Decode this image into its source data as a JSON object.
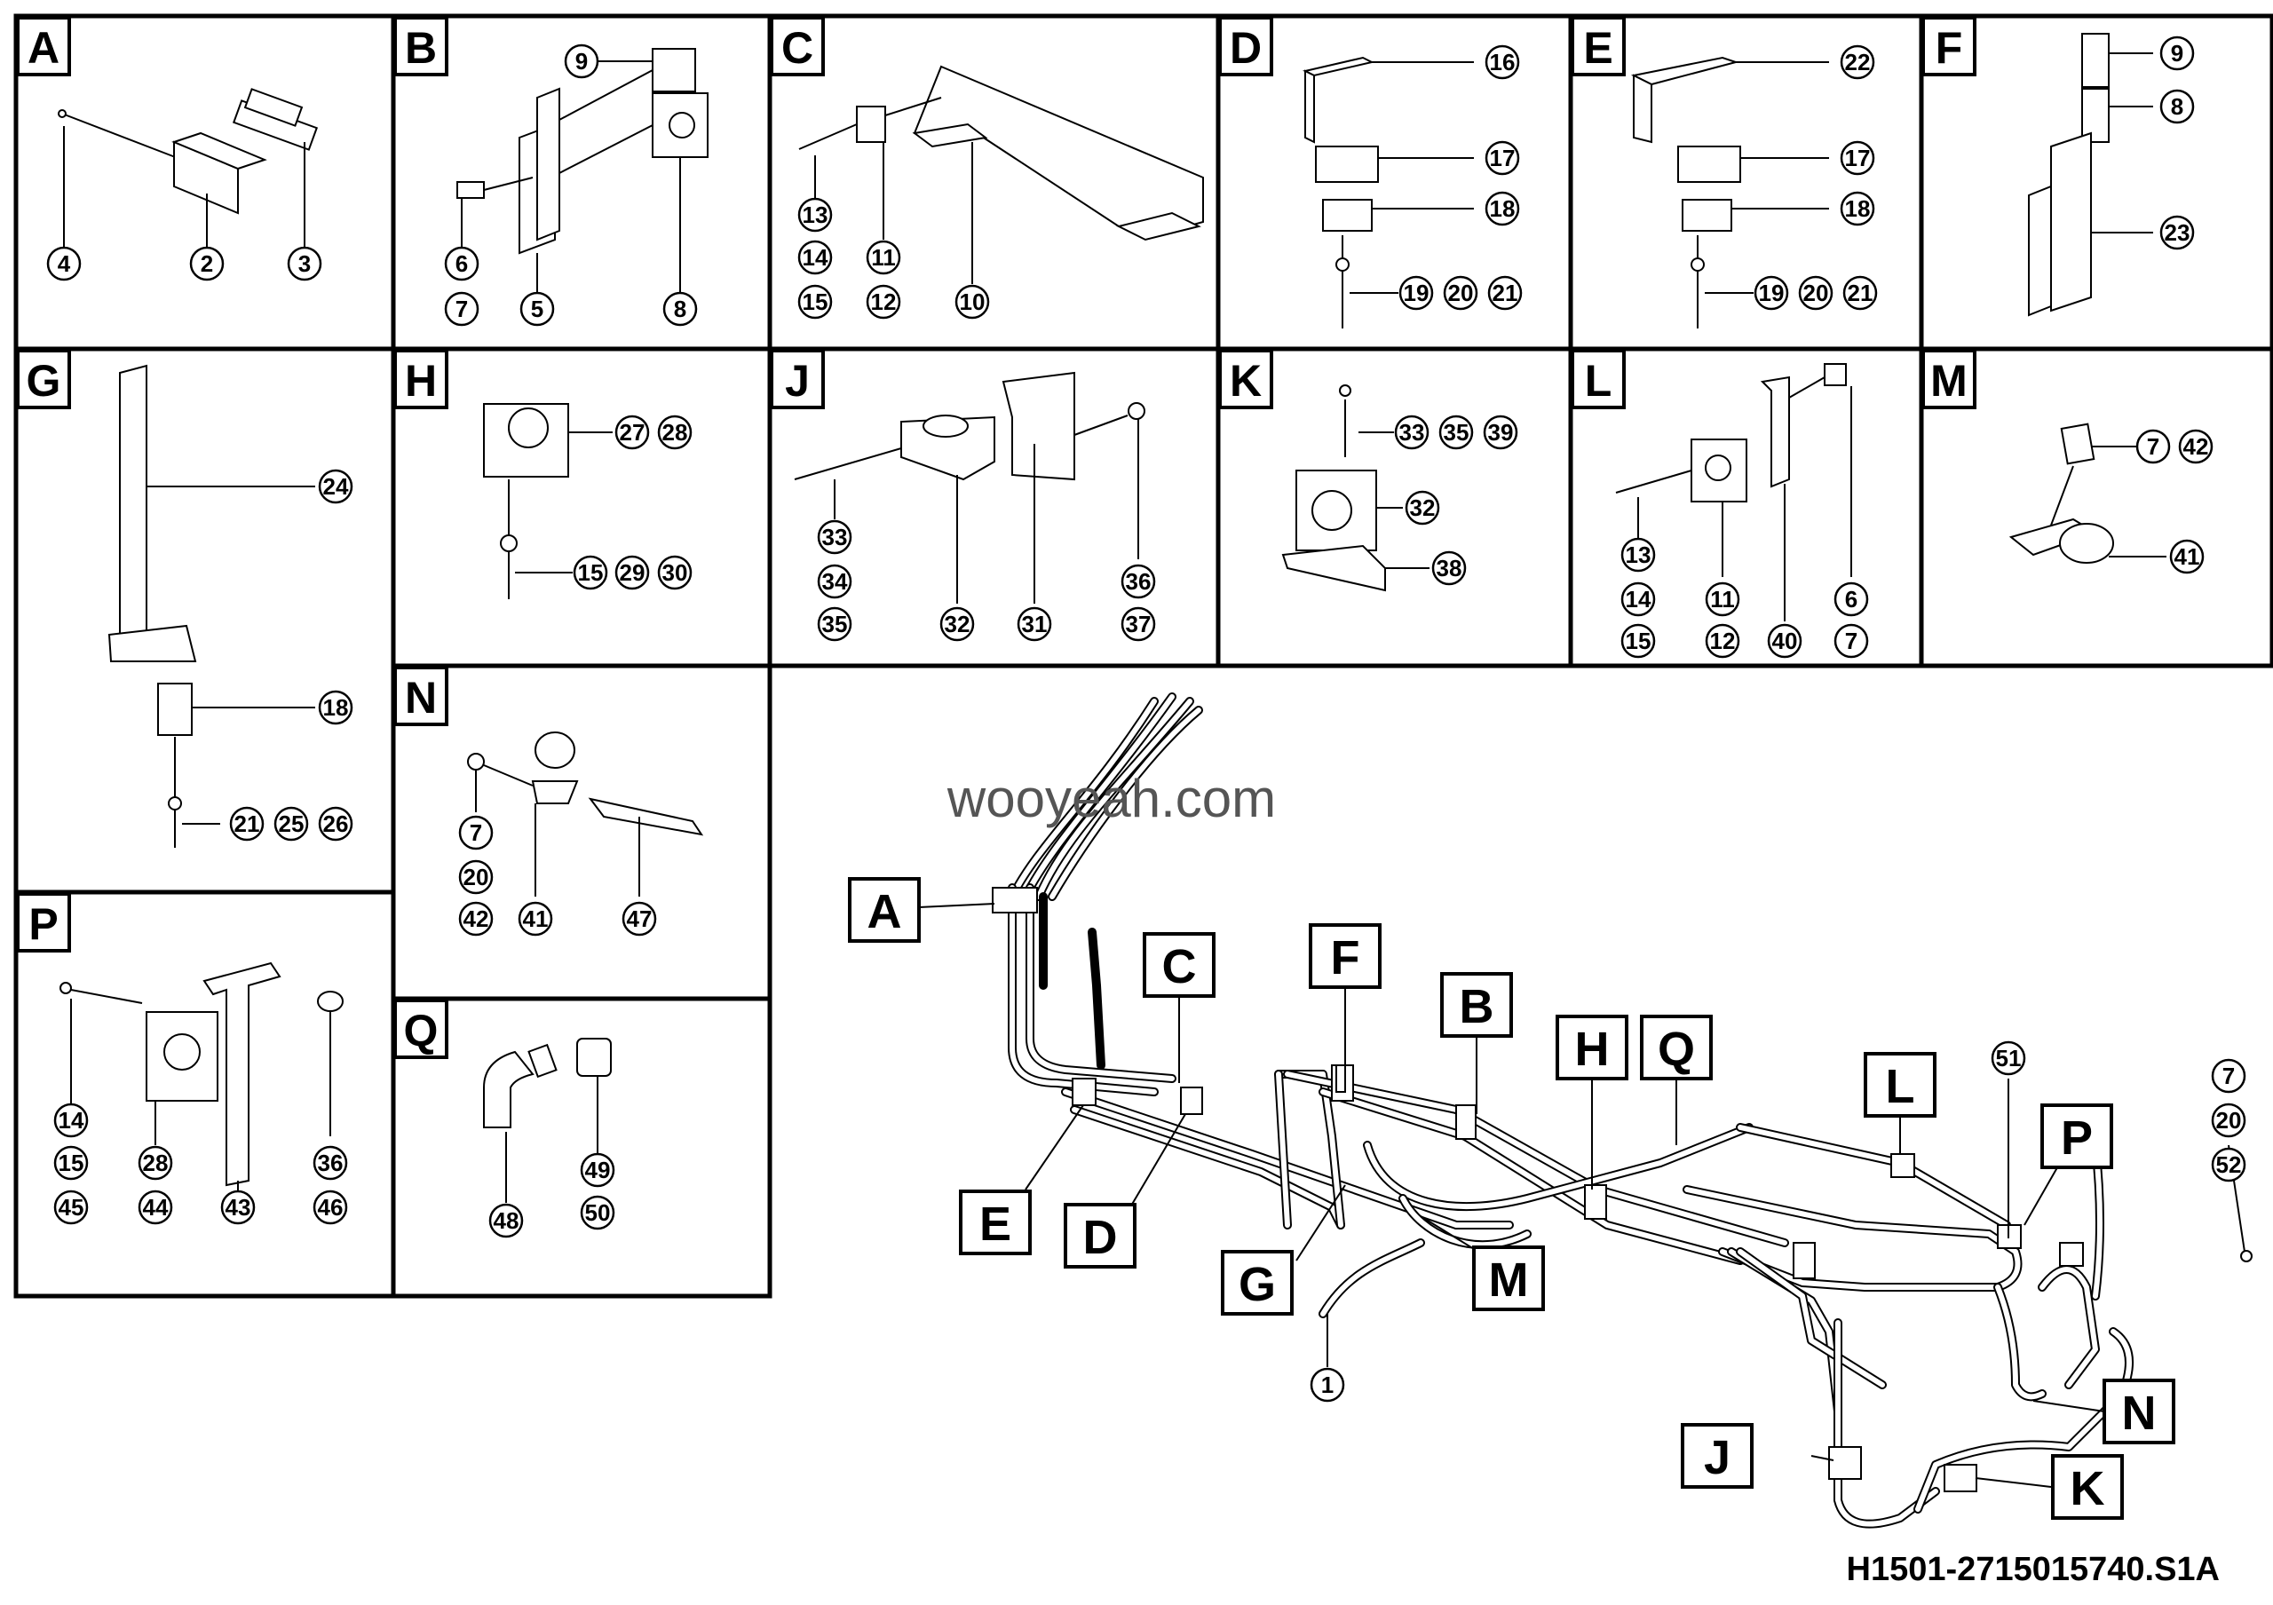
{
  "watermark": "wooyeah.com",
  "drawing_code": "H1501-2715015740.S1A",
  "panels": {
    "A": {
      "label": "A",
      "callouts": [
        "4",
        "2",
        "3"
      ]
    },
    "B": {
      "label": "B",
      "callouts": [
        "9",
        "8",
        "6",
        "7",
        "5",
        "8"
      ]
    },
    "C": {
      "label": "C",
      "callouts": [
        "13",
        "14",
        "15",
        "11",
        "12",
        "10"
      ]
    },
    "D": {
      "label": "D",
      "callouts": [
        "16",
        "17",
        "18",
        "19",
        "20",
        "21"
      ]
    },
    "E": {
      "label": "E",
      "callouts": [
        "22",
        "17",
        "18",
        "19",
        "20",
        "21"
      ]
    },
    "F": {
      "label": "F",
      "callouts": [
        "9",
        "8",
        "23"
      ]
    },
    "G": {
      "label": "G",
      "callouts": [
        "24",
        "18",
        "21",
        "25",
        "26"
      ]
    },
    "H": {
      "label": "H",
      "callouts": [
        "27",
        "28",
        "15",
        "29",
        "30"
      ]
    },
    "J": {
      "label": "J",
      "callouts": [
        "33",
        "34",
        "35",
        "32",
        "31",
        "36",
        "37"
      ]
    },
    "K": {
      "label": "K",
      "callouts": [
        "33",
        "35",
        "39",
        "32",
        "38"
      ]
    },
    "L": {
      "label": "L",
      "callouts": [
        "13",
        "14",
        "15",
        "11",
        "12",
        "40",
        "6",
        "7"
      ]
    },
    "M": {
      "label": "M",
      "callouts": [
        "7",
        "42",
        "41"
      ]
    },
    "N": {
      "label": "N",
      "callouts": [
        "7",
        "20",
        "42",
        "41",
        "47"
      ]
    },
    "P": {
      "label": "P",
      "callouts": [
        "14",
        "15",
        "45",
        "28",
        "44",
        "43",
        "36",
        "46"
      ]
    },
    "Q": {
      "label": "Q",
      "callouts": [
        "48",
        "49",
        "50"
      ]
    }
  },
  "assembly": {
    "letters": [
      "A",
      "C",
      "F",
      "B",
      "H",
      "Q",
      "L",
      "P",
      "E",
      "D",
      "G",
      "M",
      "N",
      "J",
      "K"
    ],
    "callouts": [
      "51",
      "7",
      "20",
      "52",
      "1"
    ]
  }
}
